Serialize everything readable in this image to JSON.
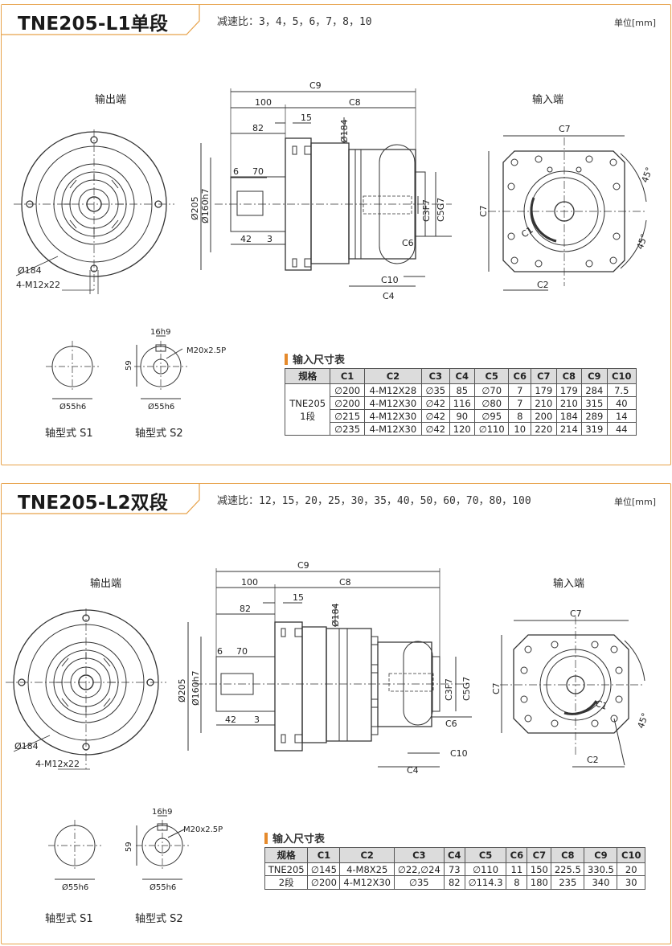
{
  "sections": [
    {
      "title": "TNE205-L1单段",
      "ratio": "减速比：3，4，5，6，7，8，10",
      "unit": "单位[mm]",
      "output_label": "输出端",
      "input_label": "输入端",
      "shaft_s1": "轴型式 S1",
      "shaft_s2": "轴型式 S2",
      "dims": {
        "c9": "C9",
        "c8": "C8",
        "c7": "C7",
        "c6": "C6",
        "c5": "C5G7",
        "c4": "C4",
        "c3": "C3F7",
        "c2": "C2",
        "c1": "C1",
        "c10": "C10",
        "d100": "100",
        "d82": "82",
        "d15": "15",
        "d6": "6",
        "d70": "70",
        "d42": "42",
        "d3": "3",
        "d184v": "Ø184",
        "d205": "Ø205",
        "d160": "Ø160h7",
        "d184": "Ø184",
        "m12": "4-M12x22",
        "a45a": "45°",
        "a45b": "45°",
        "k16": "16h9",
        "m20": "M20x2.5P",
        "k59": "59",
        "k55a": "Ø55h6",
        "k55b": "Ø55h6"
      },
      "table": {
        "heading": "输入尺寸表",
        "headers": [
          "规格",
          "C1",
          "C2",
          "C3",
          "C4",
          "C5",
          "C6",
          "C7",
          "C8",
          "C9",
          "C10"
        ],
        "model_line1": "TNE205",
        "model_line2": "1段",
        "rows": [
          [
            "∅200",
            "4-M12X28",
            "∅35",
            "85",
            "∅70",
            "7",
            "179",
            "179",
            "284",
            "7.5"
          ],
          [
            "∅200",
            "4-M12X30",
            "∅42",
            "116",
            "∅80",
            "7",
            "210",
            "210",
            "315",
            "40"
          ],
          [
            "∅215",
            "4-M12X30",
            "∅42",
            "90",
            "∅95",
            "8",
            "200",
            "184",
            "289",
            "14"
          ],
          [
            "∅235",
            "4-M12X30",
            "∅42",
            "120",
            "∅110",
            "10",
            "220",
            "214",
            "319",
            "44"
          ]
        ]
      }
    },
    {
      "title": "TNE205-L2双段",
      "ratio": "减速比：12，15，20，25，30，35，40，50，60，70，80，100",
      "unit": "单位[mm]",
      "output_label": "输出端",
      "input_label": "输入端",
      "shaft_s1": "轴型式 S1",
      "shaft_s2": "轴型式 S2",
      "dims": {
        "c9": "C9",
        "c8": "C8",
        "c7": "C7",
        "c6": "C6",
        "c5": "C5G7",
        "c4": "C4",
        "c3": "C3F7",
        "c2": "C2",
        "c1": "C1",
        "c10": "C10",
        "d100": "100",
        "d82": "82",
        "d15": "15",
        "d6": "6",
        "d70": "70",
        "d42": "42",
        "d3": "3",
        "d184v": "Ø184",
        "d205": "Ø205",
        "d160": "Ø160h7",
        "d184": "Ø184",
        "m12": "4-M12x22",
        "a45": "45°",
        "k16": "16h9",
        "m20": "M20x2.5P",
        "k59": "59",
        "k55a": "Ø55h6",
        "k55b": "Ø55h6"
      },
      "table": {
        "heading": "输入尺寸表",
        "headers": [
          "规格",
          "C1",
          "C2",
          "C3",
          "C4",
          "C5",
          "C6",
          "C7",
          "C8",
          "C9",
          "C10"
        ],
        "rows": [
          [
            "TNE205",
            "∅145",
            "4-M8X25",
            "∅22,∅24",
            "73",
            "∅110",
            "11",
            "150",
            "225.5",
            "330.5",
            "20"
          ],
          [
            "2段",
            "∅200",
            "4-M12X30",
            "∅35",
            "82",
            "∅114.3",
            "8",
            "180",
            "235",
            "340",
            "30"
          ]
        ]
      }
    }
  ],
  "colors": {
    "frame": "#e7a24a",
    "accent": "#e58a2c",
    "line": "#333333",
    "header_bg": "#dcdcdc"
  }
}
